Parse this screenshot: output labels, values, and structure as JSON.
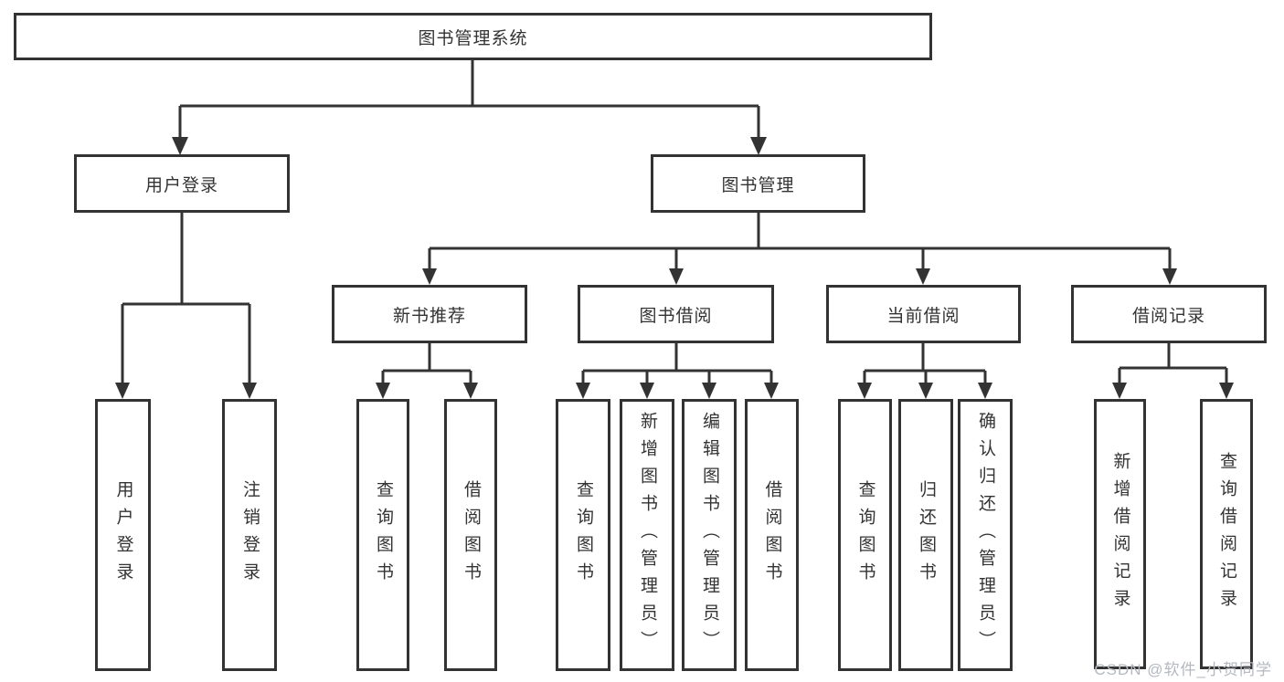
{
  "diagram": {
    "root_label": "图书管理系统",
    "level1": [
      {
        "label": "用户登录"
      },
      {
        "label": "图书管理"
      }
    ],
    "level2": [
      {
        "label": "新书推荐"
      },
      {
        "label": "图书借阅"
      },
      {
        "label": "当前借阅"
      },
      {
        "label": "借阅记录"
      }
    ],
    "leaves": {
      "login": [
        "用户登录",
        "注销登录"
      ],
      "recommend": [
        "查询图书",
        "借阅图书"
      ],
      "borrow": [
        "查询图书",
        "新增图书（管理员）",
        "编辑图书（管理员）",
        "借阅图书"
      ],
      "current": [
        "查询图书",
        "归还图书",
        "确认归还（管理员）"
      ],
      "records": [
        "新增借阅记录",
        "查询借阅记录"
      ]
    }
  },
  "watermark": {
    "text": "CSDN @软件_小贺同学"
  },
  "colors": {
    "line": "#333333",
    "text": "#333333",
    "watermark": "#b4b8bf",
    "background": "#ffffff"
  }
}
